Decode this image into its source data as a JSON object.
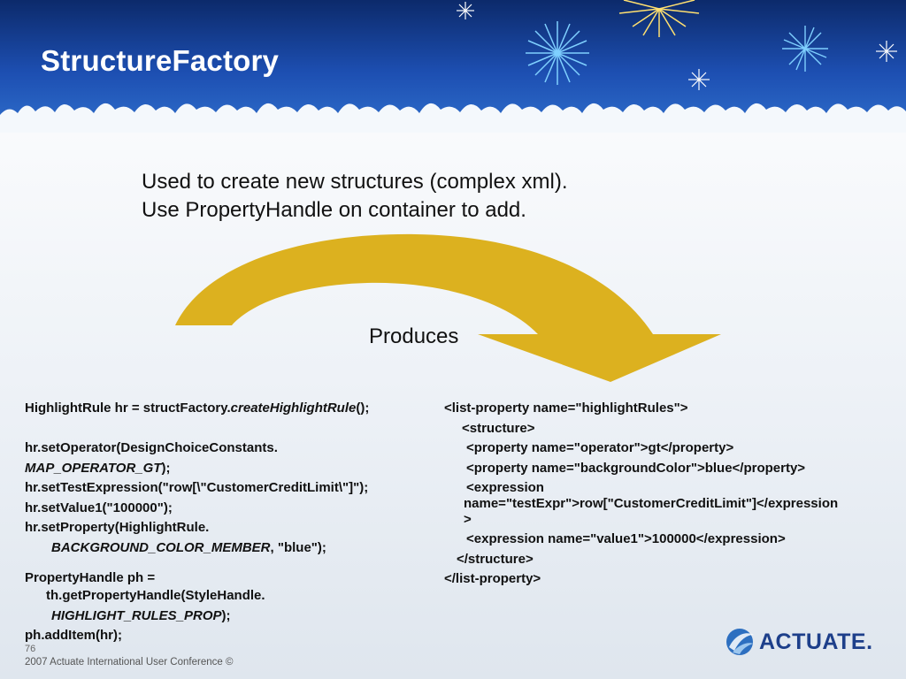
{
  "slide": {
    "title": "StructureFactory",
    "intro_line1": "Used to create new structures (complex xml).",
    "intro_line2": "Use PropertyHandle on container to add.",
    "arrow_label": "Produces",
    "slide_number": "76",
    "footer": "2007 Actuate International User Conference ©",
    "logo_text": "ACTUATE."
  },
  "code_left": {
    "line1_prefix": "HighlightRule hr = structFactory.",
    "line1_italic": "createHighlightRule",
    "line1_suffix": "();",
    "line2": "hr.setOperator(DesignChoiceConstants.",
    "line3_italic": "MAP_OPERATOR_GT",
    "line3_suffix": ");",
    "line4": "hr.setTestExpression(\"row[\\\"CustomerCreditLimit\\\"]\");",
    "line5": "hr.setValue1(\"100000\");",
    "line6": "hr.setProperty(HighlightRule.",
    "line7_italic": "BACKGROUND_COLOR_MEMBER",
    "line7_suffix": ", \"blue\");",
    "line8": "PropertyHandle ph =",
    "line9": "th.getPropertyHandle(StyleHandle.",
    "line10_italic": "HIGHLIGHT_RULES_PROP",
    "line10_suffix": ");",
    "line11": "ph.addItem(hr);"
  },
  "code_right": {
    "line1": "<list-property name=\"highlightRules\">",
    "line2": "<structure>",
    "line3": "<property name=\"operator\">gt</property>",
    "line4": "<property name=\"backgroundColor\">blue</property>",
    "line5a": "<expression",
    "line5b": "name=\"testExpr\">row[\"CustomerCreditLimit\"]</expression",
    "line5c": ">",
    "line6": "<expression name=\"value1\">100000</expression>",
    "line7": "</structure>",
    "line8": "</list-property>"
  },
  "colors": {
    "header_blue": "#1d4fb2",
    "arrow_gold": "#dcb11f",
    "logo_blue": "#1d3f8a"
  }
}
